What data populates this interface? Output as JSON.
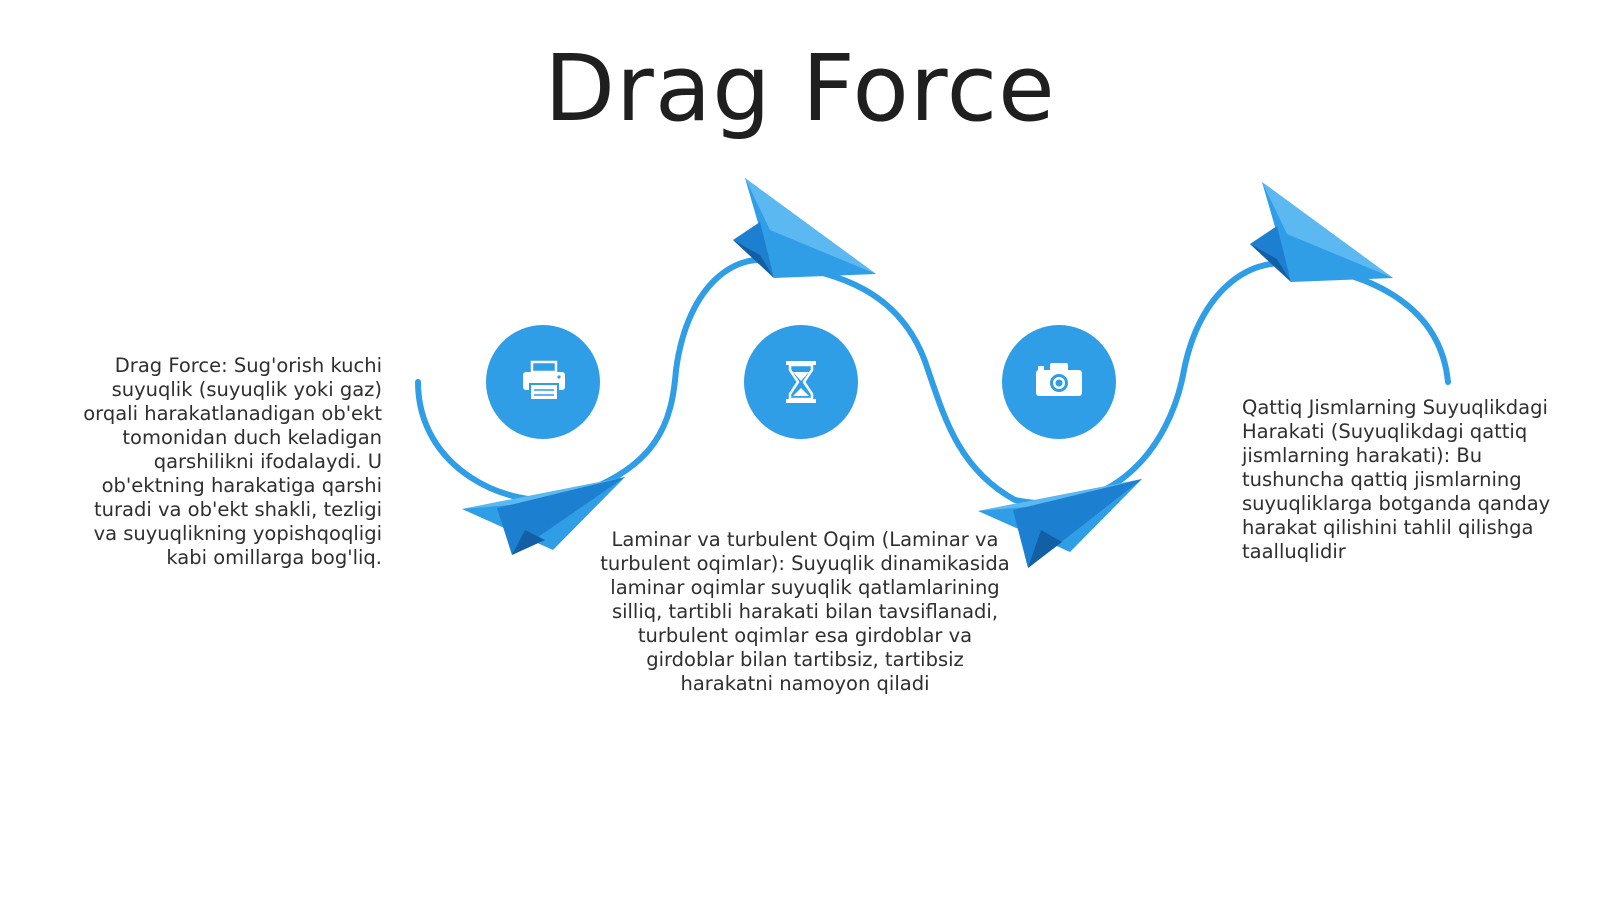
{
  "title": "Drag Force",
  "colors": {
    "accent": "#2f9ee6",
    "accent_dark": "#1f7fc6",
    "accent_light": "#5cb8f0",
    "text": "#2f2f2f",
    "background": "#ffffff"
  },
  "steps": [
    {
      "icon": "printer-icon",
      "text": "Drag Force: Sug'orish kuchi suyuqlik (suyuqlik yoki gaz) orqali harakatlanadigan ob'ekt tomonidan duch keladigan qarshilikni ifodalaydi. U ob'ektning harakatiga qarshi turadi va ob'ekt shakli, tezligi va suyuqlikning yopishqoqligi kabi omillarga bog'liq."
    },
    {
      "icon": "hourglass-icon",
      "text": "Laminar va turbulent Oqim (Laminar va turbulent oqimlar): Suyuqlik dinamikasida laminar oqimlar suyuqlik qatlamlarining silliq, tartibli harakati bilan tavsiflanadi, turbulent oqimlar esa girdoblar va girdoblar bilan tartibsiz, tartibsiz harakatni namoyon qiladi"
    },
    {
      "icon": "camera-icon",
      "text": "Qattiq Jismlarning Suyuqlikdagi Harakati (Suyuqlikdagi qattiq jismlarning harakati): Bu tushuncha qattiq jismlarning suyuqliklarga botganda qanday harakat qilishini tahlil qilishga taalluqlidir"
    }
  ]
}
